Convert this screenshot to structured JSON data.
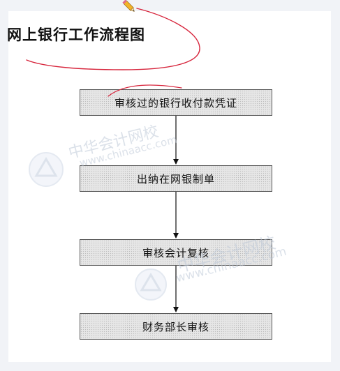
{
  "diagram": {
    "title": "网上银行工作流程图",
    "steps": [
      "审核过的银行收付款凭证",
      "出纳在网银制单",
      "审核会计复核",
      "财务部长审核"
    ]
  },
  "watermark": {
    "brand": "中华会计网校",
    "url": "www.chinaacc.com"
  },
  "colors": {
    "annotation": "#d7263d",
    "box_border": "#555555",
    "arrow": "#111111"
  }
}
